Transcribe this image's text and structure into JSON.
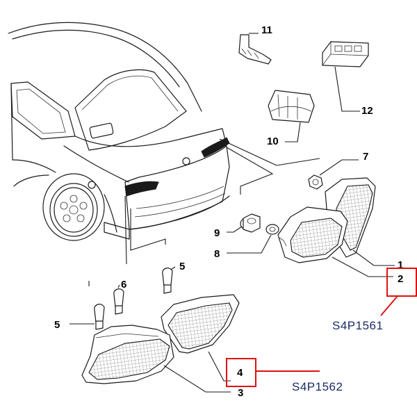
{
  "callouts": {
    "c1": "1",
    "c2": "2",
    "c3": "3",
    "c4": "4",
    "c5a": "5",
    "c5b": "5",
    "c6": "6",
    "c7": "7",
    "c8": "8",
    "c9": "9",
    "c10": "10",
    "c11": "11",
    "c12": "12"
  },
  "part_codes": {
    "right_lamp": "S4P1561",
    "left_lamp": "S4P1562"
  },
  "colors": {
    "lines": "#1a1a1a",
    "highlight": "#e01010",
    "code_text": "#1a2a66"
  }
}
